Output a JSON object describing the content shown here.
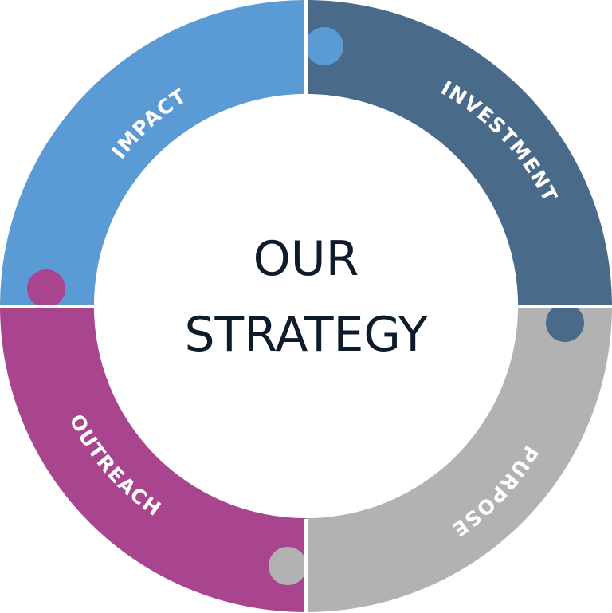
{
  "center": {
    "line1": "OUR",
    "line2": "STRATEGY"
  },
  "segments": [
    {
      "label": "IMPACT",
      "color": "#5b9bd5"
    },
    {
      "label": "INVESTMENT",
      "color": "#4a6a8a"
    },
    {
      "label": "PURPOSE",
      "color": "#b2b2b2"
    },
    {
      "label": "OUTREACH",
      "color": "#a8458e"
    }
  ],
  "colors": {
    "center_text": "#0d1b2a",
    "background": "#ffffff"
  }
}
